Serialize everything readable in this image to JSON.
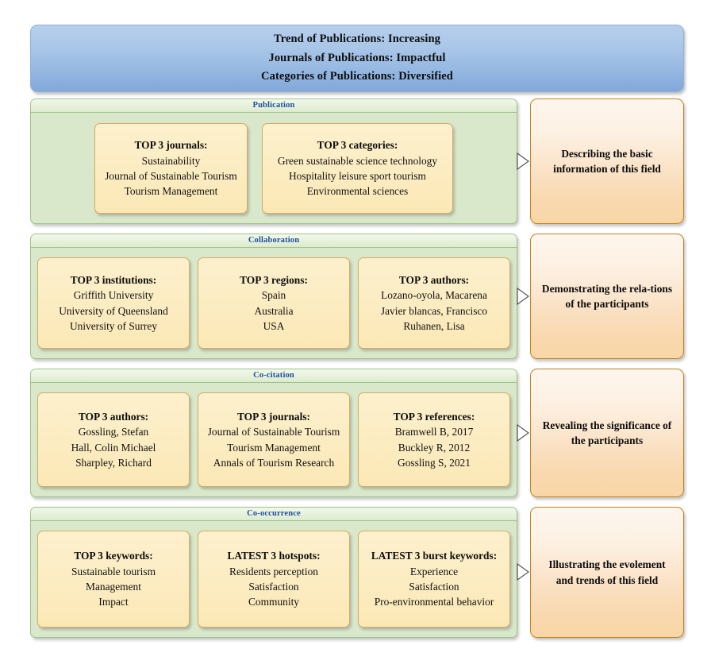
{
  "banner": {
    "lines": [
      "Trend of Publications: Increasing",
      "Journals of Publications: Impactful",
      "Categories of Publications: Diversified"
    ]
  },
  "colors": {
    "banner_top": "#b7cfec",
    "banner_bottom": "#82a8d9",
    "panel_green": "#d9e8cb",
    "panel_border": "#9ec487",
    "header_text_blue": "#1f4fa0",
    "card_cream": "#fcecc1",
    "card_border": "#d6ab5e",
    "outcome_top": "#fdf6ee",
    "outcome_bottom": "#f8d6a6",
    "outcome_border": "#c2831f"
  },
  "arrow_icon": "triangle-right-icon",
  "sections": [
    {
      "id": "publication",
      "header": "Publication",
      "outcome": "Describing the basic information of this field",
      "cards": [
        {
          "title": "TOP 3 journals:",
          "items": [
            "Sustainability",
            "Journal of Sustainable Tourism",
            "Tourism Management"
          ]
        },
        {
          "title": "TOP 3 categories:",
          "items": [
            "Green sustainable science technology",
            "Hospitality leisure sport tourism",
            "Environmental sciences"
          ]
        }
      ]
    },
    {
      "id": "collaboration",
      "header": "Collaboration",
      "outcome": "Demonstrating the rela-tions of the participants",
      "cards": [
        {
          "title": "TOP 3 institutions:",
          "items": [
            "Griffith University",
            "University of Queensland",
            "University of Surrey"
          ]
        },
        {
          "title": "TOP 3 regions:",
          "items": [
            "Spain",
            "Australia",
            "USA"
          ]
        },
        {
          "title": "TOP 3 authors:",
          "items": [
            "Lozano-oyola, Macarena",
            "Javier blancas, Francisco",
            "Ruhanen, Lisa"
          ]
        }
      ]
    },
    {
      "id": "co-citation",
      "header": "Co-citation",
      "outcome": "Revealing the significance of the participants",
      "cards": [
        {
          "title": "TOP 3 authors:",
          "items": [
            "Gossling, Stefan",
            "Hall, Colin Michael",
            "Sharpley, Richard"
          ]
        },
        {
          "title": "TOP 3 journals:",
          "items": [
            "Journal of Sustainable Tourism",
            "Tourism Management",
            "Annals of Tourism Research"
          ]
        },
        {
          "title": "TOP 3 references:",
          "items": [
            "Bramwell B, 2017",
            "Buckley R, 2012",
            "Gossling S, 2021"
          ]
        }
      ]
    },
    {
      "id": "co-occurrence",
      "header": "Co-occurrence",
      "outcome": "Illustrating the evolement and trends of this field",
      "cards": [
        {
          "title": "TOP 3 keywords:",
          "items": [
            "Sustainable tourism",
            "Management",
            "Impact"
          ]
        },
        {
          "title": "LATEST 3 hotspots:",
          "items": [
            "Residents perception",
            "Satisfaction",
            "Community"
          ]
        },
        {
          "title": "LATEST 3 burst keywords:",
          "items": [
            "Experience",
            "Satisfaction",
            "Pro-environmental behavior"
          ]
        }
      ]
    }
  ]
}
